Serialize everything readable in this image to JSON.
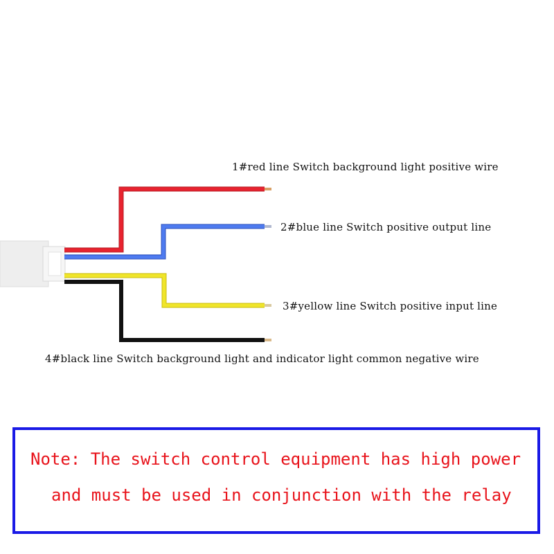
{
  "wires": [
    {
      "label": "1#red line Switch background light positive wire",
      "color": "#e8232f"
    },
    {
      "label": "2#blue line Switch positive output line",
      "color": "#4e7bf0"
    },
    {
      "label": "3#yellow line Switch positive input line",
      "color": "#ecdf1c"
    },
    {
      "label": "4#black line Switch background light and indicator light common negative wire",
      "color": "#111111"
    }
  ],
  "note": {
    "line1": "Note: The switch control equipment has high power",
    "line2": "and must be used in conjunction with the relay",
    "border_color": "#1a1ae6",
    "text_color": "#e8131b"
  }
}
